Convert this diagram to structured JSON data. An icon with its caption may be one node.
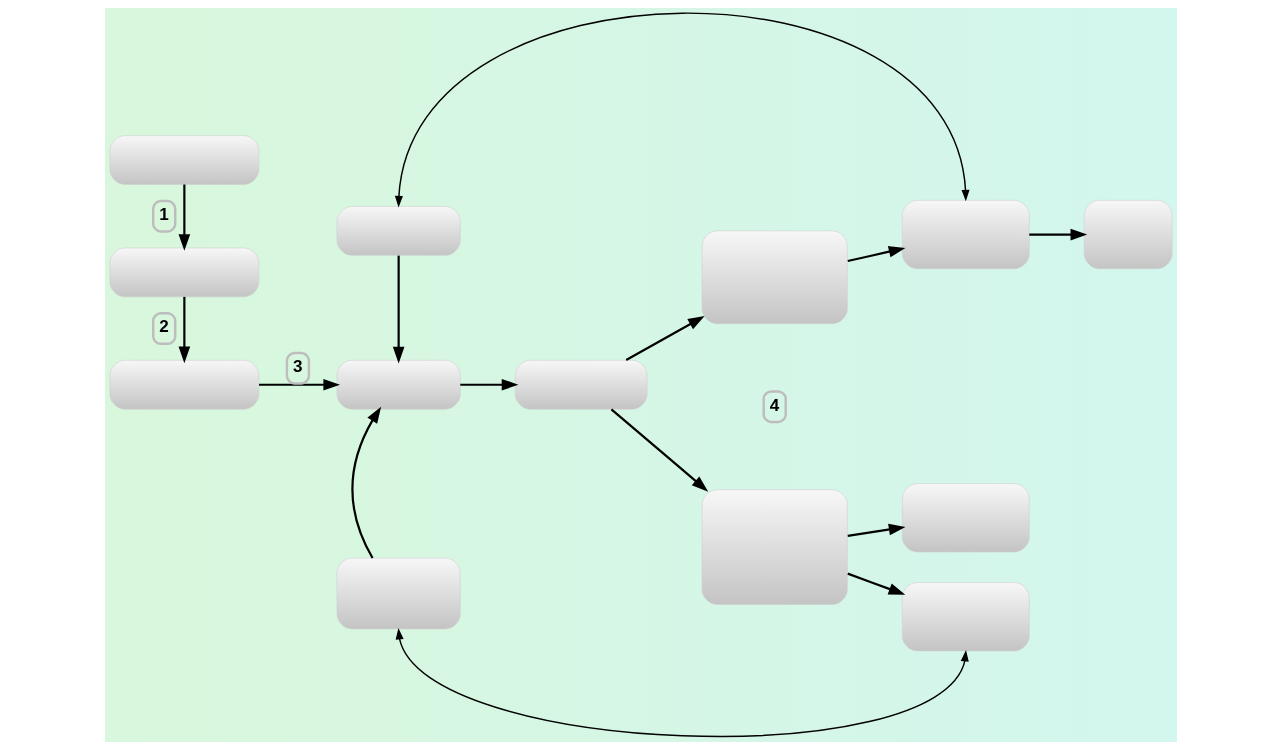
{
  "diagram": {
    "nodes": [
      {
        "text": [],
        "shape": "box"
      },
      {
        "text": [],
        "shape": "box"
      },
      {
        "text": [],
        "shape": "box"
      },
      {
        "text": [],
        "shape": "box"
      },
      {
        "text": [],
        "shape": "box"
      },
      {
        "text": [],
        "shape": "box"
      },
      {
        "text": [],
        "shape": "box"
      },
      {
        "text": [],
        "shape": "box"
      },
      {
        "text": [],
        "shape": "box"
      },
      {
        "text": [],
        "shape": "box"
      },
      {
        "text": [],
        "shape": "box"
      },
      {
        "text": [],
        "shape": "box"
      },
      {
        "text": [],
        "shape": "box"
      }
    ],
    "edges": [
      {
        "from": 0,
        "to": 1,
        "arrow": "to",
        "label": "1"
      },
      {
        "from": 1,
        "to": 2,
        "arrow": "to",
        "label": "2"
      },
      {
        "from": 2,
        "to": 4,
        "arrow": "to",
        "label": "3"
      },
      {
        "from": 3,
        "to": 4,
        "arrow": "to"
      },
      {
        "from": 5,
        "to": 4,
        "arrow": "to"
      },
      {
        "from": 4,
        "to": 6,
        "arrow": "to"
      },
      {
        "from": 6,
        "to": 7,
        "arrow": "to"
      },
      {
        "from": 6,
        "to": 8,
        "arrow": "to"
      },
      {
        "from": 7,
        "to": 9,
        "arrow": "to"
      },
      {
        "from": 9,
        "to": 10,
        "arrow": "to"
      },
      {
        "from": 8,
        "to": 11,
        "arrow": "to"
      },
      {
        "from": 8,
        "to": 12,
        "arrow": "to"
      },
      {
        "from": 3,
        "to": 9,
        "arrow": "both"
      },
      {
        "from": 5,
        "to": 12,
        "arrow": "both"
      }
    ],
    "labels": [
      "4"
    ]
  }
}
